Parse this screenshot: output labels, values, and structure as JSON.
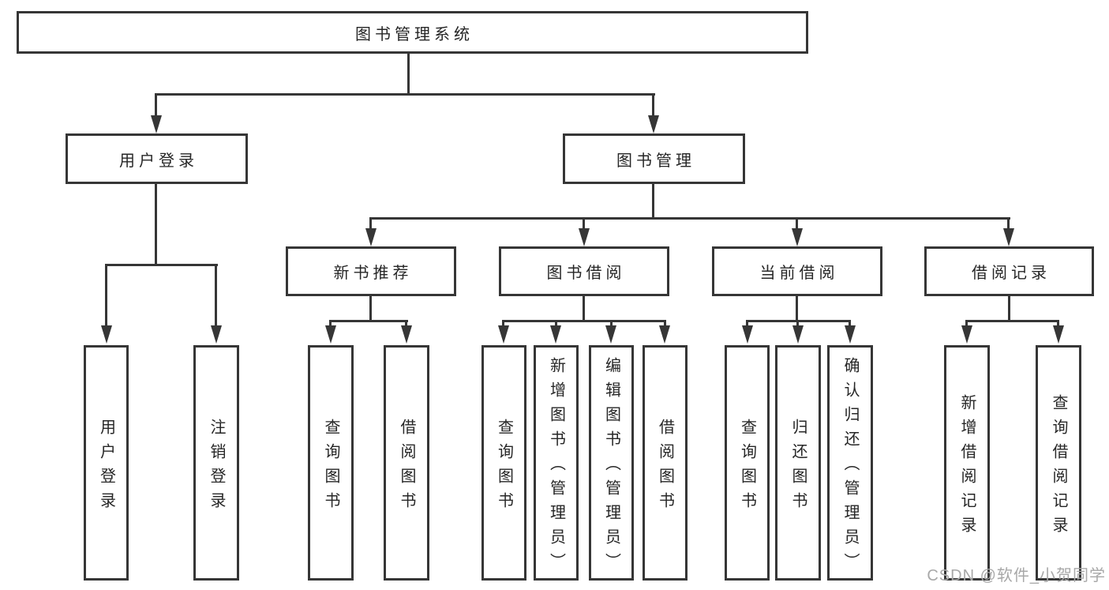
{
  "tree": {
    "root": {
      "label": "图书管理系统"
    },
    "branches": [
      {
        "label": "用户登录",
        "leaves": [
          {
            "label": "用户登录"
          },
          {
            "label": "注销登录"
          }
        ]
      },
      {
        "label": "图书管理",
        "groups": [
          {
            "label": "新书推荐",
            "leaves": [
              {
                "label": "查询图书"
              },
              {
                "label": "借阅图书"
              }
            ]
          },
          {
            "label": "图书借阅",
            "leaves": [
              {
                "label": "查询图书"
              },
              {
                "label": "新增图书（管理员）"
              },
              {
                "label": "编辑图书（管理员）"
              },
              {
                "label": "借阅图书"
              }
            ]
          },
          {
            "label": "当前借阅",
            "leaves": [
              {
                "label": "查询图书"
              },
              {
                "label": "归还图书"
              },
              {
                "label": "确认归还（管理员）"
              }
            ]
          },
          {
            "label": "借阅记录",
            "leaves": [
              {
                "label": "新增借阅记录"
              },
              {
                "label": "查询借阅记录"
              }
            ]
          }
        ]
      }
    ]
  },
  "watermark": {
    "text": "CSDN @软件_小贺同学"
  },
  "colors": {
    "line": "#363636",
    "border": "#363636",
    "text": "#262626",
    "watermark": "#a8a8a8",
    "background": "#ffffff"
  }
}
